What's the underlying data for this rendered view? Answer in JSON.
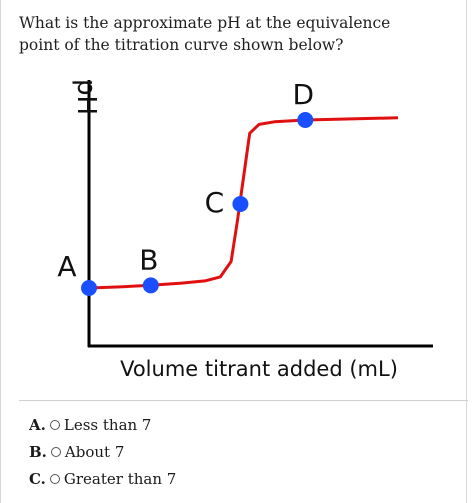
{
  "question": {
    "line1": "What is the approximate pH at the equivalence",
    "line2": "point of the titration curve shown below?"
  },
  "chart_data": {
    "type": "line",
    "xlabel": "Volume titrant added (mL)",
    "ylabel": "pH",
    "curve_color": "#e01010",
    "point_color": "#1a4fff",
    "axis_color": "#000000",
    "curve": {
      "x": [
        0,
        2,
        4,
        6,
        7.5,
        8.5,
        9.2,
        9.6,
        10,
        10.4,
        11,
        12,
        14,
        17,
        20
      ],
      "y": [
        0,
        0.05,
        0.12,
        0.22,
        0.32,
        0.5,
        1.2,
        3,
        5,
        7.0,
        7.4,
        7.52,
        7.6,
        7.65,
        7.7
      ]
    },
    "points": [
      {
        "label": "A",
        "x": 0,
        "y": 0
      },
      {
        "label": "B",
        "x": 4,
        "y": 0.12
      },
      {
        "label": "C",
        "x": 9.8,
        "y": 3.8
      },
      {
        "label": "D",
        "x": 14,
        "y": 7.6
      }
    ]
  },
  "options": [
    {
      "letter": "A.",
      "text": "Less than 7"
    },
    {
      "letter": "B.",
      "text": "About 7"
    },
    {
      "letter": "C.",
      "text": "Greater than 7"
    }
  ]
}
